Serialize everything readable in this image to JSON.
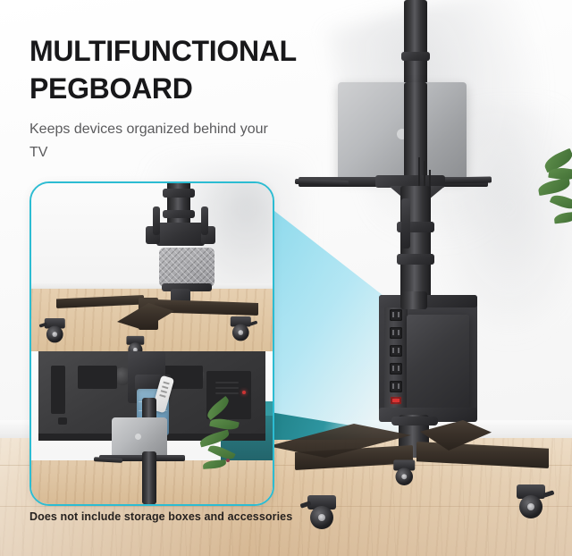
{
  "headline": "MULTIFUNCTIONAL\nPEGBOARD",
  "headline_line1": "MULTIFUNCTIONAL",
  "headline_line2": "PEGBOARD",
  "subheading": "Keeps devices organized behind your TV",
  "disclaimer": "Does not include storage boxes and accessories",
  "colors": {
    "headline": "#18181a",
    "subheading": "#5b5b5d",
    "disclaimer": "#262220",
    "accent_border": "#2cbcd2",
    "beam": "#82d7eb",
    "beam_foot": "#1f7f86",
    "floor": "#dfc4a1",
    "wall": "#f8f8f8",
    "metal_black": "#2e2e31",
    "pouch_blue": "#6f9cba"
  },
  "inset": {
    "name": "product-detail-callout",
    "top_scene": "pegboard bracket and cross base with casters",
    "bottom_scene": "TV rear panel with blue storage pouch and remote"
  },
  "main_scene": {
    "product": "rolling TV cart with pegboard",
    "shelf_item": "laptop",
    "pegboard_items": [
      "power strip",
      "media device box"
    ],
    "outlet_count": 5,
    "caster_count": 4,
    "background": "white wall with wood floor and plant"
  }
}
